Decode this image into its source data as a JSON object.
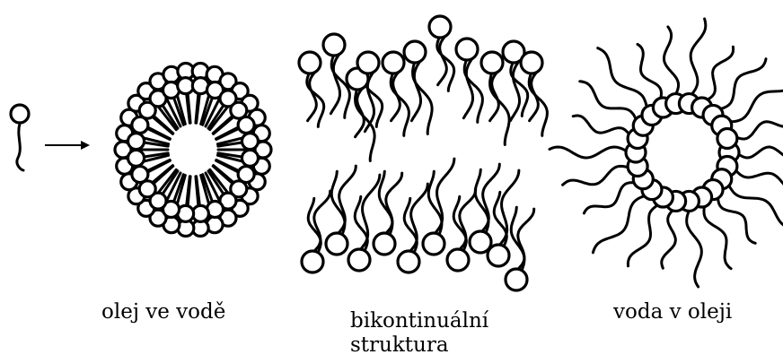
{
  "labels": {
    "oil_in_water": "olej ve vodě",
    "bicontinuous_line1": "bikontinuální",
    "bicontinuous_line2": "struktura",
    "water_in_oil": "voda v oleji"
  },
  "colors": {
    "stroke": "#000000",
    "head_fill": "#ffffff"
  }
}
